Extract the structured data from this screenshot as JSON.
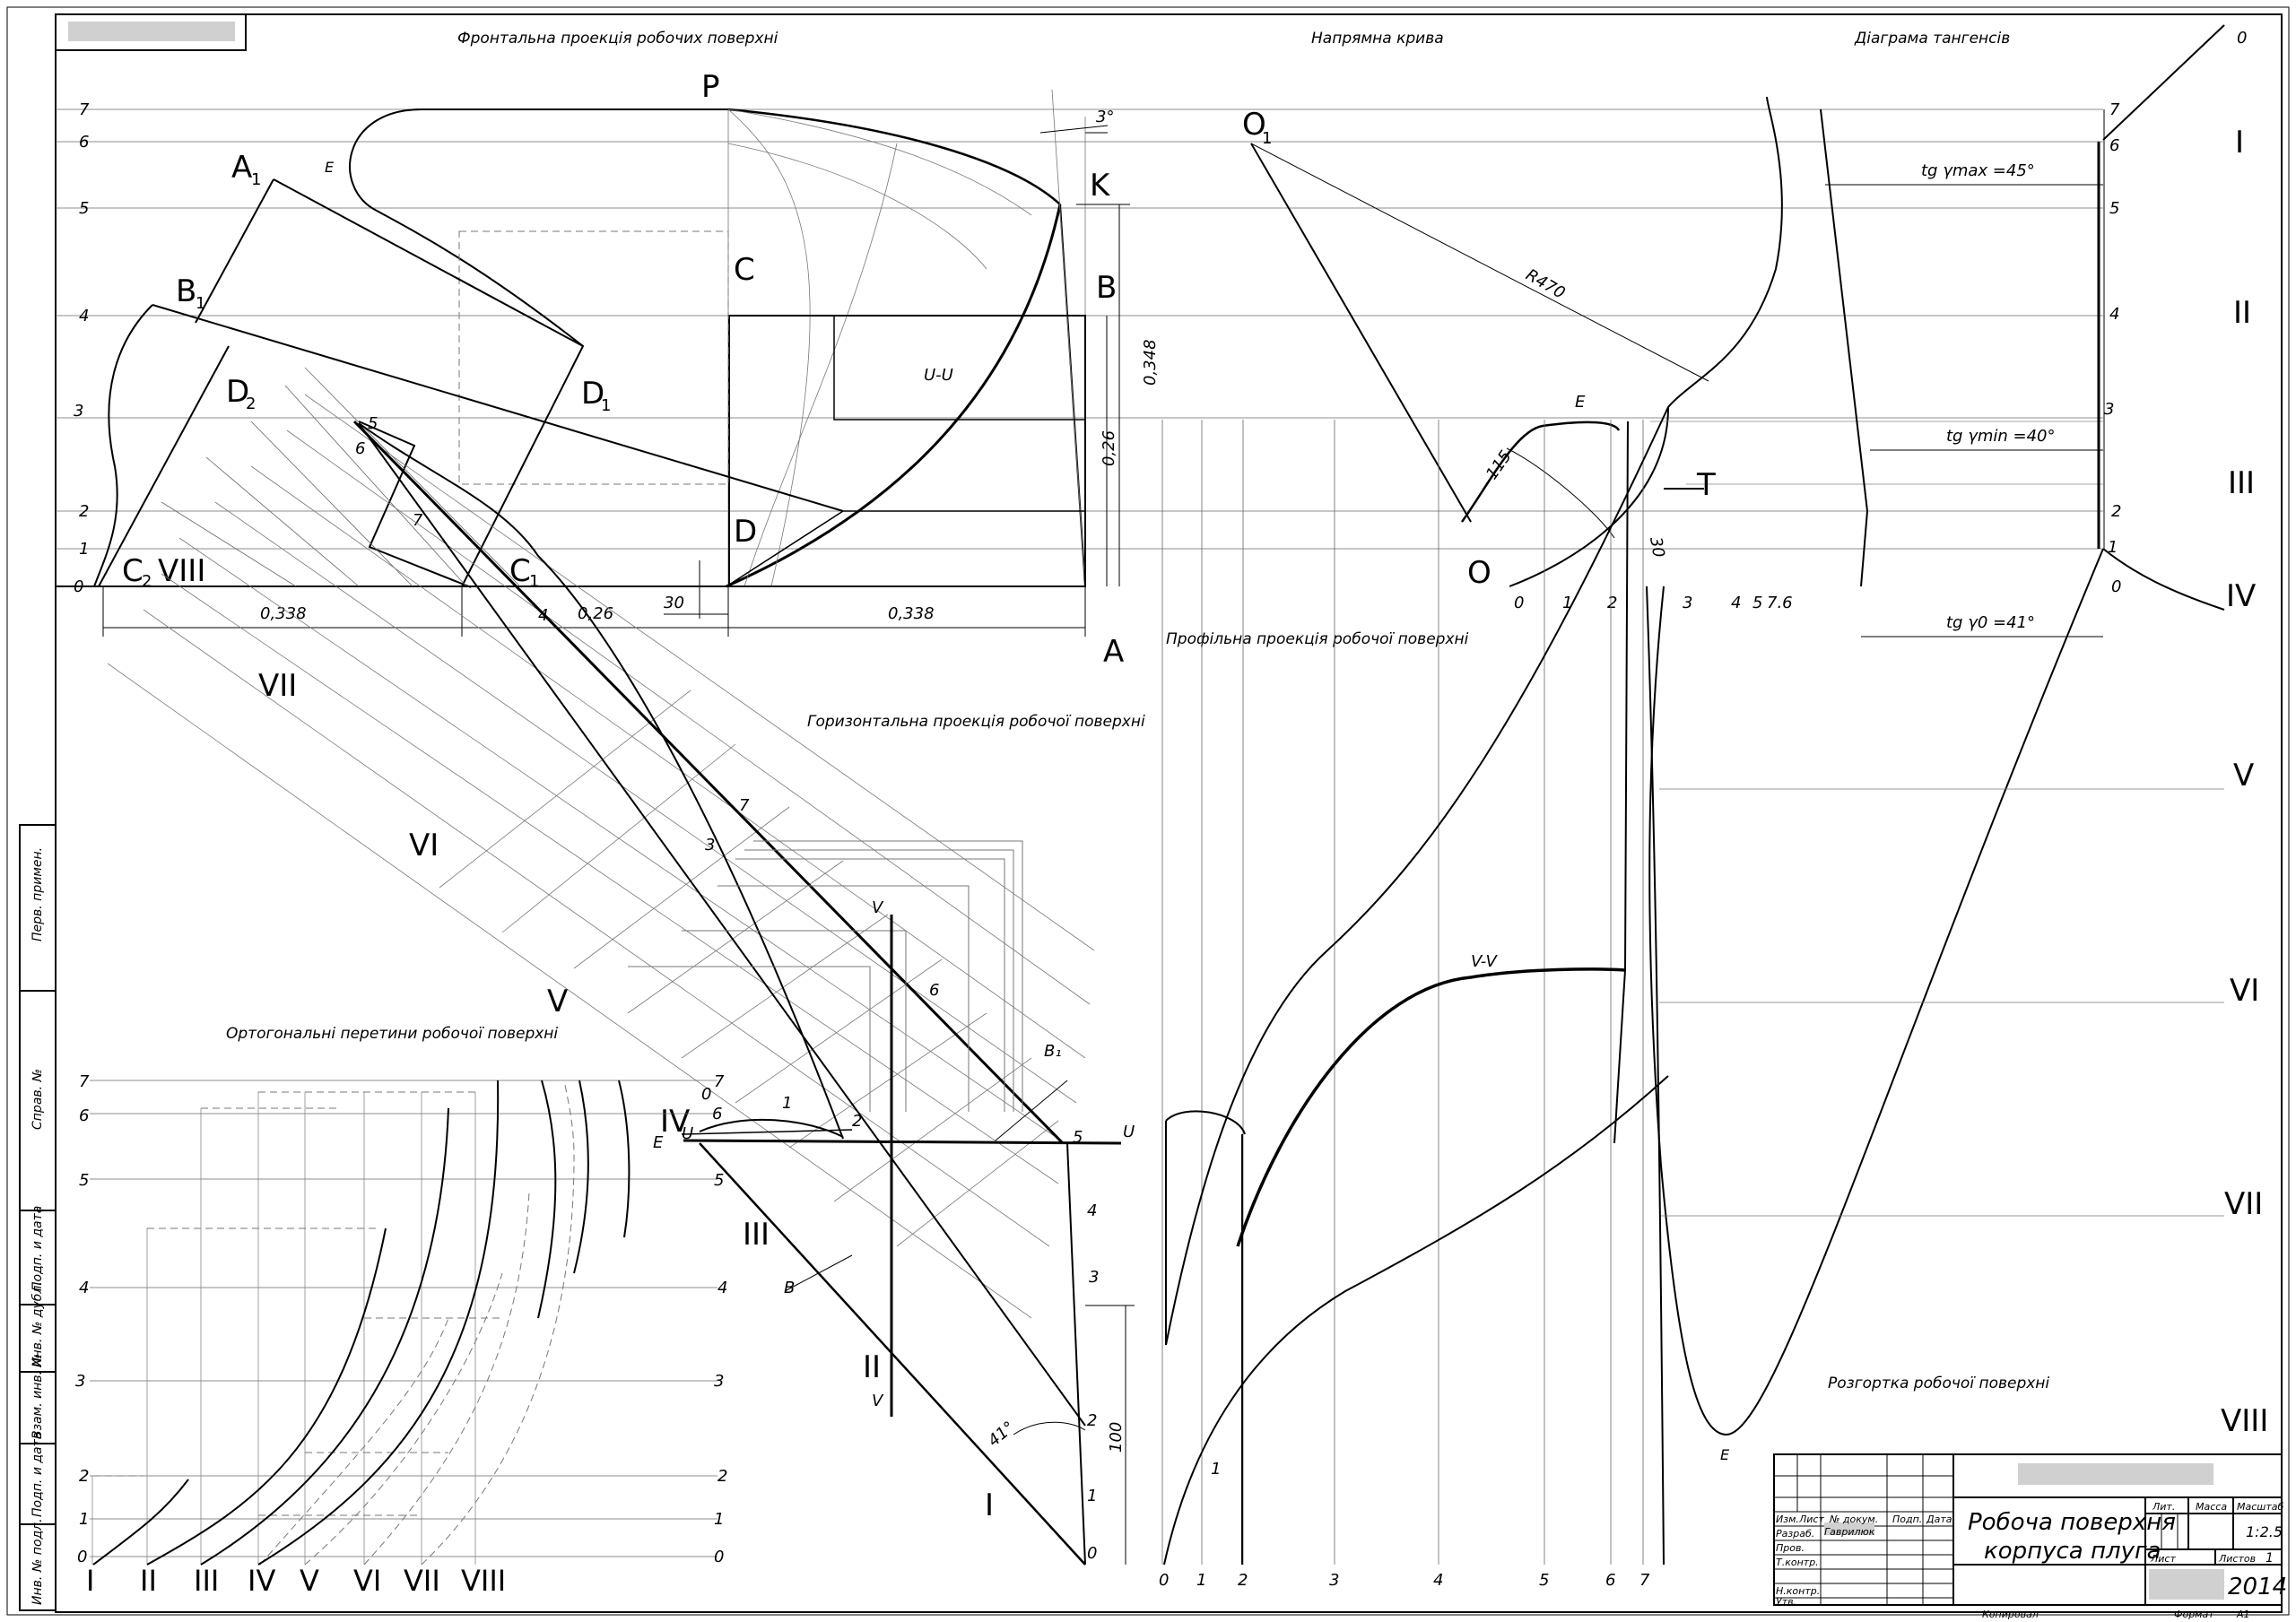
{
  "titles": {
    "front_projection": "Фронтальна проекція робочих поверхні",
    "guide_curve": "Напрямна крива",
    "tangent_diagram": "Діаграма тангенсів",
    "horizontal_projection": "Горизонтальна проекція робочої поверхні",
    "profile_projection": "Профільна проекція робочої поверхні",
    "orthogonal_sections": "Ортогональні перетини робочої поверхні",
    "surface_development": "Розгортка робочої поверхні"
  },
  "points": {
    "P": "P",
    "K": "K",
    "C": "C",
    "B": "B",
    "D": "D",
    "A": "A",
    "E": "E",
    "A1": "A",
    "A1_sub": "1",
    "B1": "B",
    "B1_sub": "1",
    "D1": "D",
    "D1_sub": "1",
    "D2": "D",
    "D2_sub": "2",
    "C1": "C",
    "C1_sub": "1",
    "C2": "C",
    "C2_sub": "2",
    "O1": "O",
    "O1_sub": "1",
    "O": "O",
    "T": "T",
    "U": "U",
    "V": "V",
    "B1_small": "B₁",
    "B_small": "B"
  },
  "dimensions": {
    "angle_3": "3°",
    "d0338_left": "0,338",
    "d026_bottom": "0,26",
    "d30": "30",
    "d0338_right": "0,338",
    "d0348": "0,348",
    "d026_vert": "0,26",
    "section_UU": "U-U",
    "radius": "R470",
    "d115": "115",
    "d30_angle": "30",
    "section_VV": "V-V",
    "angle_41": "41°",
    "d100": "100"
  },
  "tangents": {
    "max": "tg γmax =45°",
    "min": "tg γmin =40°",
    "zero": "tg γ0 =41°"
  },
  "level_labels": [
    "0",
    "1",
    "2",
    "3",
    "4",
    "5",
    "6",
    "7"
  ],
  "roman_right": [
    "0",
    "I",
    "II",
    "III",
    "IV",
    "V",
    "VI",
    "VII",
    "VIII"
  ],
  "roman_horizontal": [
    "VIII",
    "VII",
    "VI",
    "V",
    "IV",
    "III",
    "II",
    "I"
  ],
  "roman_bottom": [
    "I",
    "II",
    "III",
    "IV",
    "V",
    "VI",
    "VII",
    "VIII"
  ],
  "guide_axis": [
    "0",
    "1",
    "2",
    "3",
    "4",
    "5",
    "7.6"
  ],
  "profile_axis": [
    "0",
    "1",
    "2",
    "3",
    "4",
    "5",
    "6",
    "7"
  ],
  "diag_numbers": [
    "1",
    "2",
    "3",
    "4",
    "5",
    "6",
    "7"
  ],
  "side_stamp": [
    "Перв. примен.",
    "Справ. №",
    "Подп. и дата",
    "Инв. № дубл.",
    "Взам. инв. №",
    "Подп. и дата",
    "Инв. № подл."
  ],
  "title_block": {
    "title_line1": "Робоча поверхня",
    "title_line2": "корпуса плуга",
    "col_headers": [
      "Изм.",
      "Лист",
      "№ докум.",
      "Подп.",
      "Дата"
    ],
    "rows": [
      "Разраб.",
      "Пров.",
      "Т.контр.",
      "",
      "Н.контр.",
      "Утв."
    ],
    "developer": "Гаврилюк",
    "lit_label": "Лит.",
    "mass_label": "Масса",
    "scale_label": "Масштаб",
    "scale": "1:2.5",
    "sheet_label": "Лист",
    "sheets_label": "Листов",
    "sheets_count": "1",
    "year": "2014",
    "copied": "Копировал",
    "format": "Формат",
    "format_value": "А1"
  }
}
